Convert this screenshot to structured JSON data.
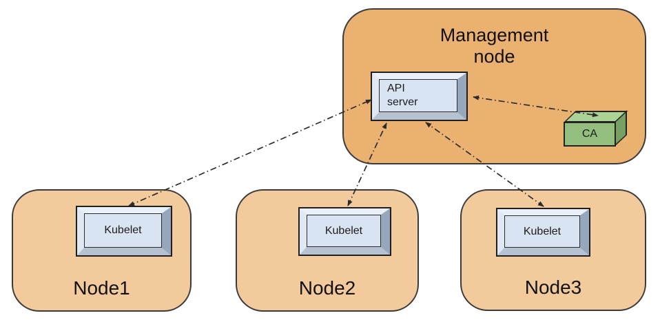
{
  "management_node": {
    "label": "Management node",
    "components": {
      "api_server": "API server",
      "ca": "CA"
    }
  },
  "nodes": [
    {
      "label": "Node1",
      "component": "Kubelet"
    },
    {
      "label": "Node2",
      "component": "Kubelet"
    },
    {
      "label": "Node3",
      "component": "Kubelet"
    }
  ],
  "connections": [
    {
      "from": "API server",
      "to": "Kubelet (Node1)",
      "bidirectional": true,
      "style": "dash-dot"
    },
    {
      "from": "API server",
      "to": "Kubelet (Node2)",
      "bidirectional": true,
      "style": "dash-dot"
    },
    {
      "from": "API server",
      "to": "Kubelet (Node3)",
      "bidirectional": true,
      "style": "dash-dot"
    },
    {
      "from": "API server",
      "to": "CA",
      "bidirectional": true,
      "style": "dash-dot"
    }
  ],
  "colors": {
    "management_node_fill": "#EBB170",
    "worker_node_fill": "#F2CA9C",
    "component_box_fill": "#D8E4F2",
    "ca_front_fill": "#94BE7D",
    "ca_top_fill": "#ACD295",
    "ca_side_fill": "#76A161",
    "arrow": "#2B2B2B",
    "outline": "#3A3A3A"
  }
}
